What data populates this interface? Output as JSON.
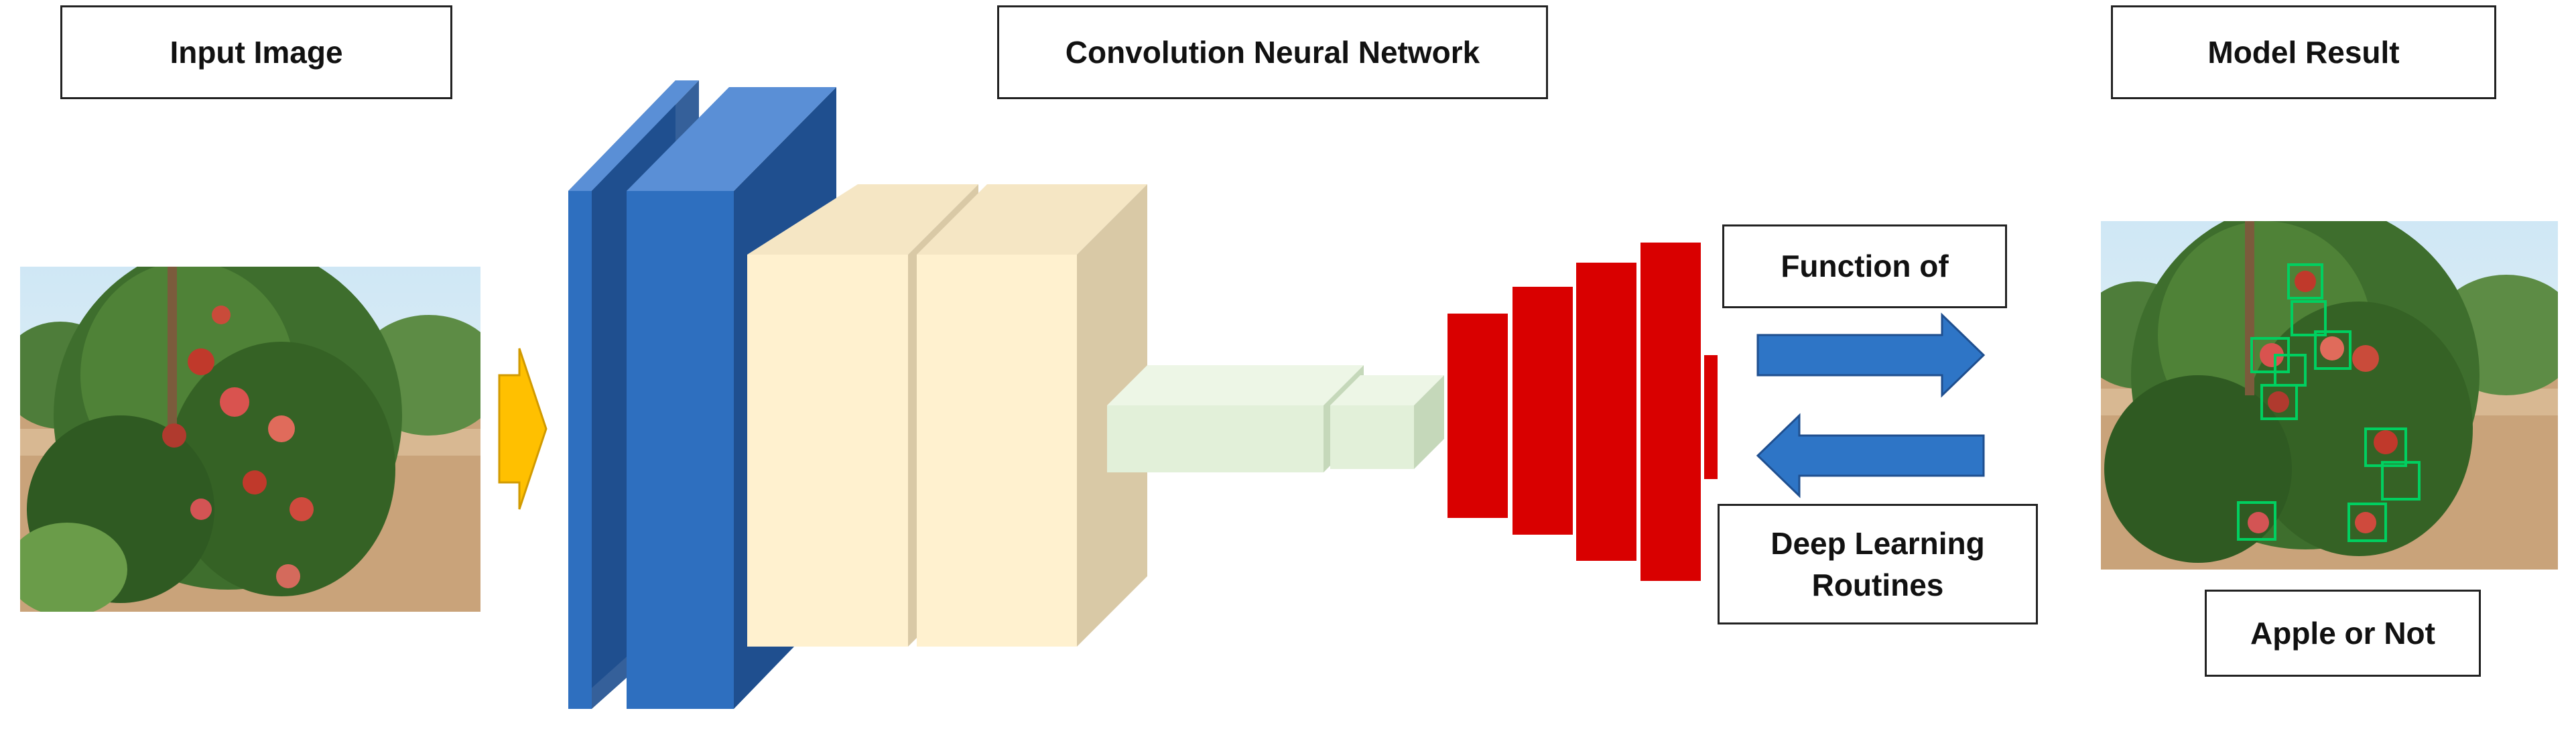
{
  "labels": {
    "input_image": "Input Image",
    "cnn": "Convolution Neural Network",
    "model_result": "Model Result",
    "function_of": "Function of",
    "deep_learning_line1": "Deep Learning",
    "deep_learning_line2": "Routines",
    "apple_or_not": "Apple or Not"
  },
  "colors": {
    "blue_front": "#2e6fbf",
    "blue_side": "#1f4f8f",
    "blue_top": "#5a8fd6",
    "cream_front": "#fff1cf",
    "cream_side": "#d9c9a6",
    "green_front": "#e2f0d9",
    "green_side": "#c5d8ba",
    "red": "#d90000",
    "arrow_orange": "#ffc000",
    "arrow_blue": "#2e75c6",
    "detection_box": "#00d060"
  },
  "icons": {
    "input_arrow": "right-arrow-icon",
    "forward_arrow": "right-arrow-icon",
    "backward_arrow": "left-arrow-icon"
  }
}
